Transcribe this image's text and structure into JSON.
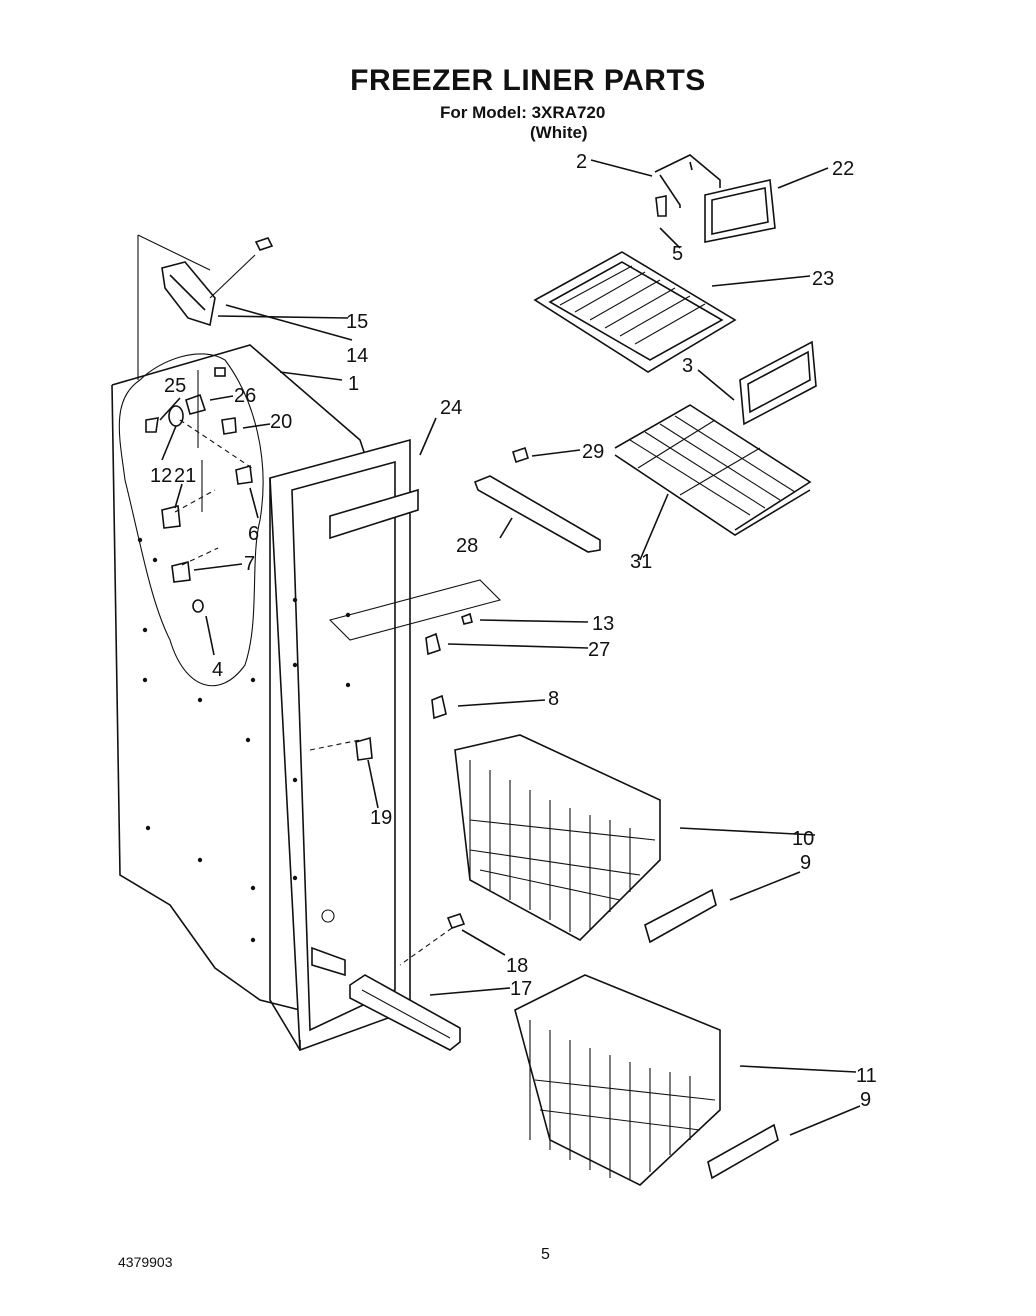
{
  "header": {
    "title": "FREEZER LINER PARTS",
    "model_line": "For Model: 3XRA720",
    "color_note": "(White)"
  },
  "footer": {
    "doc_number": "4379903",
    "page_number": "5"
  },
  "callouts": [
    "1",
    "2",
    "3",
    "4",
    "5",
    "6",
    "7",
    "8",
    "9",
    "9",
    "10",
    "11",
    "12",
    "13",
    "14",
    "15",
    "17",
    "18",
    "19",
    "20",
    "21",
    "22",
    "23",
    "24",
    "25",
    "26",
    "27",
    "28",
    "29",
    "31"
  ]
}
